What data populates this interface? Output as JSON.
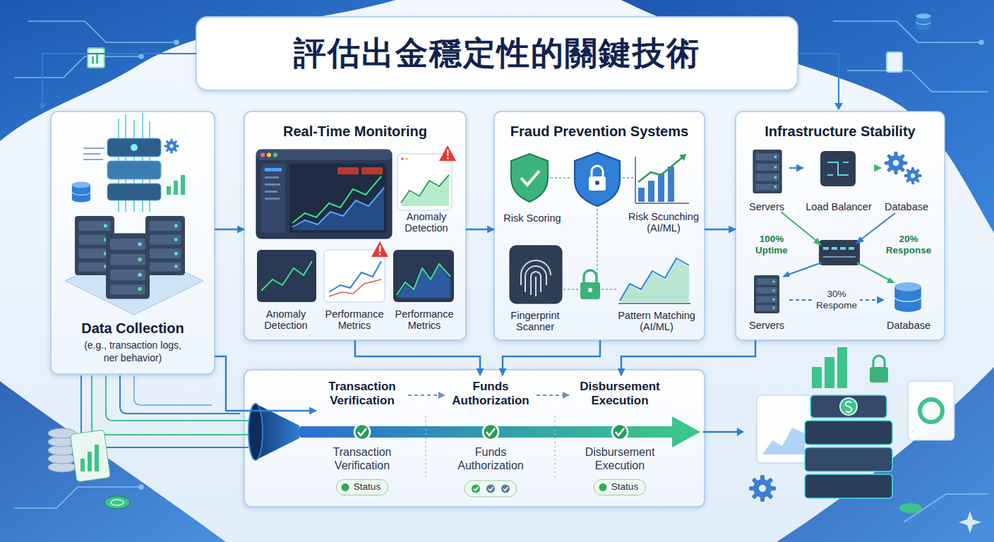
{
  "diagram": {
    "title": "評估出金穩定性的關鍵技術",
    "nodes": [
      {
        "text": [
          "Data Collection",
          "(e.g., transaction logs, ner behavior)"
        ]
      },
      {
        "text": [
          "Real-Time Monitoring"
        ]
      },
      {
        "text": [
          "Anomaly Detection"
        ],
        "in": 1
      },
      {
        "text": [
          "Anomaly Detection"
        ],
        "in": 1
      },
      {
        "text": [
          "Performance Metrics"
        ],
        "in": 1
      },
      {
        "text": [
          "Performance Metrics"
        ],
        "in": 1
      },
      {
        "text": [
          "Fraud Prevention Systems"
        ]
      },
      {
        "text": [
          "Risk Scoring"
        ],
        "in": 6
      },
      {
        "text": [
          "Risk Scunching (AI/ML)"
        ],
        "in": 6
      },
      {
        "text": [
          "Fingerprint Scanner"
        ],
        "in": 6
      },
      {
        "text": [
          "Pattern Matching (AI/ML)"
        ],
        "in": 6
      },
      {
        "text": [
          "Infrastructure Stability"
        ]
      },
      {
        "text": [
          "Servers"
        ],
        "in": 11
      },
      {
        "text": [
          "Load Balancer"
        ],
        "in": 11
      },
      {
        "text": [
          "Database"
        ],
        "in": 11
      },
      {
        "text": [
          "Servers"
        ],
        "in": 11
      },
      {
        "text": [
          "Database"
        ],
        "in": 11
      },
      {
        "text": [
          "Transaction Verification",
          "Transaction Verification",
          "Status"
        ]
      },
      {
        "text": [
          "Funds Authorization",
          "Funds Authorization"
        ]
      },
      {
        "text": [
          "Disbursement Execution",
          "Disbursement Execution",
          "Status"
        ]
      }
    ],
    "edges": [
      {
        "from": 0,
        "to": 1,
        "arrow": "to"
      },
      {
        "from": 1,
        "to": 6,
        "arrow": "to"
      },
      {
        "from": 6,
        "to": 11,
        "arrow": "to"
      },
      {
        "from": 0,
        "to": 17,
        "arrow": "to"
      },
      {
        "from": 1,
        "to": 18,
        "arrow": "to"
      },
      {
        "from": 6,
        "to": 18,
        "arrow": "to"
      },
      {
        "from": 11,
        "to": 19,
        "arrow": "to"
      },
      {
        "from": 17,
        "to": 18,
        "arrow": "to"
      },
      {
        "from": 18,
        "to": 19,
        "arrow": "to"
      },
      {
        "from": 12,
        "to": 13,
        "arrow": "to"
      },
      {
        "from": 13,
        "to": 14,
        "arrow": "to"
      },
      {
        "from": 15,
        "to": 16,
        "label": "30% Respome",
        "arrow": "to"
      }
    ],
    "labels": [
      "100% Uptime",
      "20% Response"
    ]
  }
}
